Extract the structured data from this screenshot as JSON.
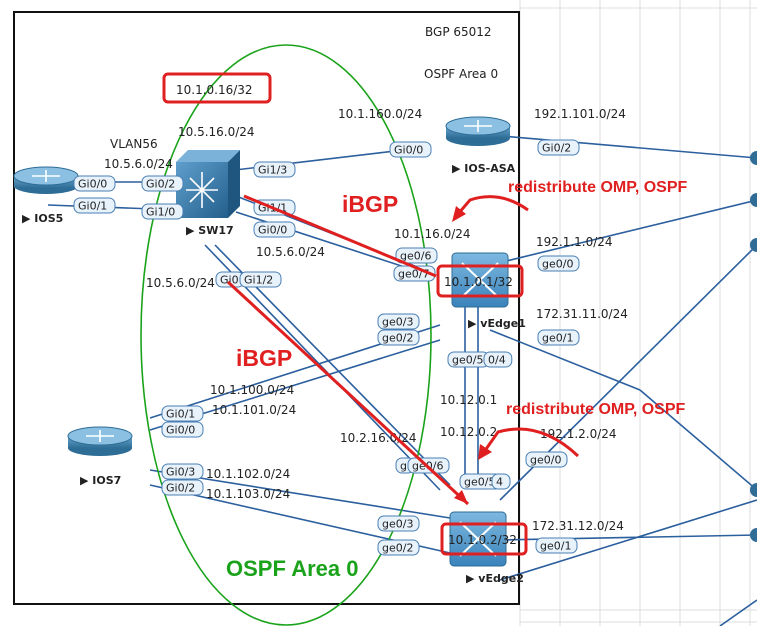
{
  "header": {
    "bgp": "BGP 65012",
    "ospf_area": "OSPF Area 0"
  },
  "devices": {
    "ios5": "IOS5",
    "sw17": "SW17",
    "ios_asa": "IOS-ASA",
    "vedge1": "vEdge1",
    "ios7": "IOS7",
    "vedge2": "vEdge2"
  },
  "addresses": {
    "lo_sw17": "10.1.0.16/32",
    "net_5_16": "10.5.16.0/24",
    "vlan56": "VLAN56",
    "net_5_6_ios5": "10.5.6.0/24",
    "net_160": "10.1.160.0/24",
    "net_192_101": "192.1.101.0/24",
    "net_1_16": "10.1.16.0/24",
    "net_5_6_sw": "10.5.6.0/24",
    "net_5_6_low": "10.5.6.0/24",
    "lo_vedge1": "10.1.0.1/32",
    "net_192_1": "192.1.1.0/24",
    "net_172_11": "172.31.11.0/24",
    "net_100": "10.1.100.0/24",
    "net_101": "10.1.101.0/24",
    "net_12_0": "10.12.0.1",
    "net_12_2": "10.12.0.2",
    "net_2_16": "10.2.16.0/24",
    "net_192_2": "192.1.2.0/24",
    "net_102": "10.1.102.0/24",
    "net_103": "10.1.103.0/24",
    "net_172_12": "172.31.12.0/24",
    "lo_vedge2": "10.1.0.2/32"
  },
  "ports": {
    "ios5_g00": "Gi0/0",
    "ios5_g01": "Gi0/1",
    "sw_g02": "Gi0/2",
    "sw_g10": "Gi1/0",
    "sw_g13": "Gi1/3",
    "sw_g11": "Gi1/1",
    "sw_g00": "Gi0/0",
    "sw_g0x": "Gi0",
    "sw_g12": "Gi1/2",
    "asa_g00": "Gi0/0",
    "asa_g02": "Gi0/2",
    "ve1_ge06": "ge0/6",
    "ve1_ge07": "ge0/7",
    "ve1_ge00": "ge0/0",
    "ve1_ge01": "ge0/1",
    "ve1_ge03": "ge0/3",
    "ve1_ge02": "ge0/2",
    "ve1_ge05": "ge0/5",
    "ve1_ge04": "0/4",
    "ios7_g01": "Gi0/1",
    "ios7_g00": "Gi0/0",
    "ios7_g03": "Gi0/3",
    "ios7_g02": "Gi0/2",
    "ve2_g": "g",
    "ve2_ge06": "ge0/6",
    "ve2_ge05": "ge0/5",
    "ve2_ge04": "4",
    "ve2_ge00": "ge0/0",
    "ve2_ge03": "ge0/3",
    "ve2_ge02": "ge0/2",
    "ve2_ge01": "ge0/1"
  },
  "annotations": {
    "ibgp_top": "iBGP",
    "ibgp_bottom": "iBGP",
    "redis_top": "redistribute OMP, OSPF",
    "redis_bottom": "redistribute OMP, OSPF",
    "ospf_area_green": "OSPF Area 0"
  },
  "colors": {
    "link": "#2b5f9e",
    "annotation_red": "#e02020",
    "ospf_green": "#1aa31a",
    "port_fill": "#e8f2fb",
    "port_stroke": "#4a7fb5",
    "router": "#3f7fa8"
  }
}
